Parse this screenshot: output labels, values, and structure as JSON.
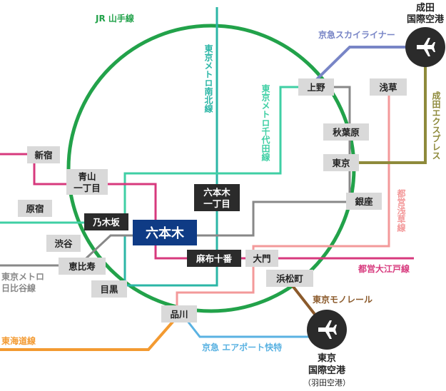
{
  "colors": {
    "yamanote": "#22a24a",
    "namboku": "#2bb6a6",
    "chiyoda": "#3fcfa4",
    "hibiya": "#888888",
    "oedo": "#d7397d",
    "asakusa": "#f3999a",
    "keisei_skyliner": "#7885c6",
    "narita_express": "#8e8a3b",
    "monorail": "#8b5a2b",
    "keikyu": "#5ab2e2",
    "tokaido": "#f39a31",
    "roppongi": "#0f3b85",
    "station": "#d9d9d9",
    "dark_station": "#2b2b2b"
  },
  "lines": {
    "yamanote": "JR 山手線",
    "namboku": "東京メトロ南北線",
    "chiyoda": "東京メトロ千代田線",
    "hibiya_1": "東京メトロ",
    "hibiya_2": "日比谷線",
    "oedo": "都営大江戸線",
    "asakusa": "都営浅草線",
    "skyliner": "京急スカイライナー",
    "narita_express": "成田エクスプレス",
    "monorail": "東京モノレール",
    "keikyu": "京急 エアポート快特",
    "tokaido": "東海道線"
  },
  "stations": {
    "roppongi": "六本木",
    "shinjuku": "新宿",
    "aoyama_1": "青山",
    "aoyama_2": "一丁目",
    "harajuku": "原宿",
    "nogizaka": "乃木坂",
    "shibuya": "渋谷",
    "ebisu": "恵比寿",
    "meguro": "目黒",
    "shinagawa": "品川",
    "roppongi_itchome_1": "六本木",
    "roppongi_itchome_2": "一丁目",
    "azabu_juban": "麻布十番",
    "daimon": "大門",
    "hamamatsucho": "浜松町",
    "ueno": "上野",
    "asakusa": "浅草",
    "akihabara": "秋葉原",
    "tokyo": "東京",
    "ginza": "銀座"
  },
  "airports": {
    "narita_1": "成田",
    "narita_2": "国際空港",
    "haneda_1": "東京",
    "haneda_2": "国際空港",
    "haneda_3": "（羽田空港）",
    "icon": "airplane-icon"
  }
}
